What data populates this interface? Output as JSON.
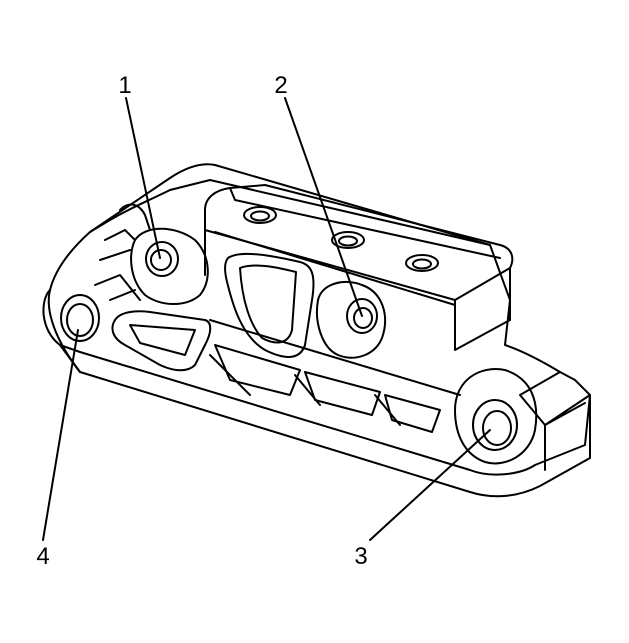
{
  "callouts": {
    "c1": "1",
    "c2": "2",
    "c3": "3",
    "c4": "4"
  },
  "colors": {
    "stroke": "#000000",
    "background": "#ffffff"
  }
}
